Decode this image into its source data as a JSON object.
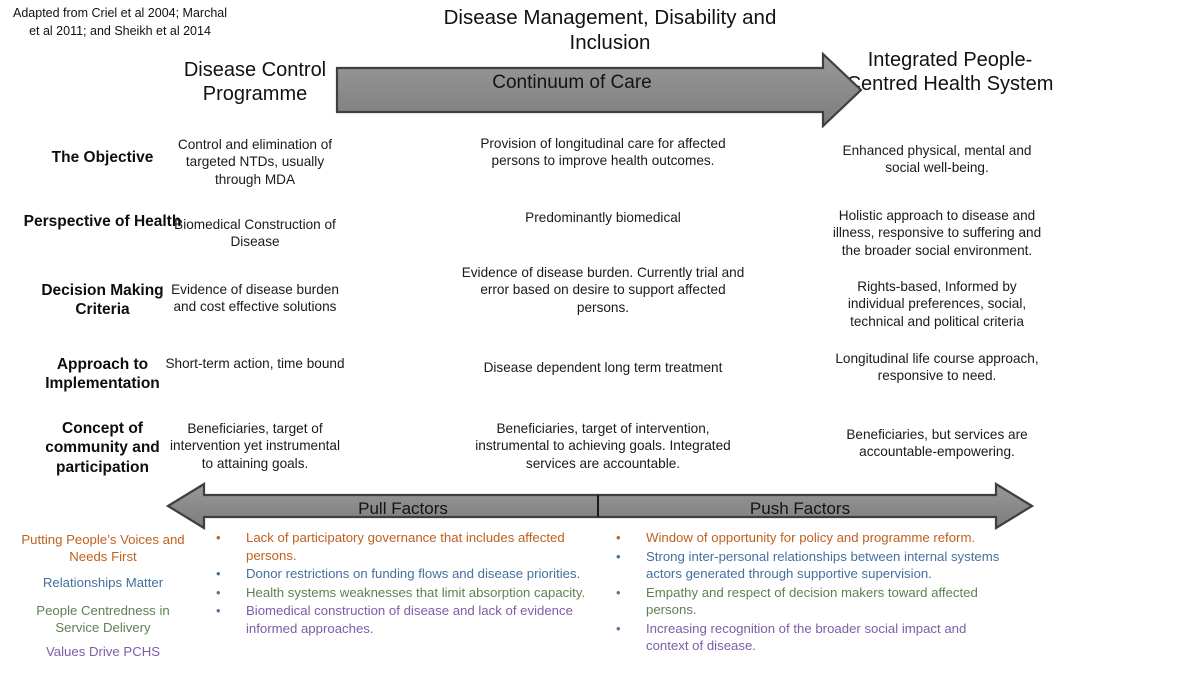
{
  "source_note": "Adapted from Criel et al 2004; Marchal et al 2011;  and Sheikh et al 2014",
  "headers": {
    "left": "Disease Control Programme",
    "middle": "Disease Management, Disability and Inclusion",
    "right": "Integrated People-Centred Health System"
  },
  "continuum_arrow": {
    "label": "Continuum of Care",
    "direction": "right",
    "fill": "#8C8C8C",
    "stroke": "#3F3F3F"
  },
  "rows": [
    {
      "label": "The Objective",
      "disease_control": "Control and elimination of targeted NTDs, usually through MDA",
      "disease_management": "Provision of longitudinal care for affected persons to improve health outcomes.",
      "integrated_pchs": "Enhanced physical, mental and social well-being."
    },
    {
      "label": "Perspective of Health",
      "disease_control": "Biomedical Construction of Disease",
      "disease_management": "Predominantly biomedical",
      "integrated_pchs": "Holistic approach to disease and illness, responsive to suffering and the broader social environment."
    },
    {
      "label": "Decision Making Criteria",
      "disease_control": "Evidence of disease burden and cost effective solutions",
      "disease_management": "Evidence of disease burden. Currently trial and error based on desire to support affected persons.",
      "integrated_pchs": "Rights-based, Informed by individual preferences, social, technical and political criteria"
    },
    {
      "label": "Approach to Implementation",
      "disease_control": "Short-term action, time bound",
      "disease_management": "Disease dependent long term treatment",
      "integrated_pchs": "Longitudinal life course approach, responsive to need."
    },
    {
      "label": "Concept of community and participation",
      "disease_control": "Beneficiaries, target of intervention yet instrumental to attaining goals.",
      "disease_management": "Beneficiaries, target of intervention, instrumental to achieving goals. Integrated services are accountable.",
      "integrated_pchs": "Beneficiaries, but services are accountable-empowering."
    }
  ],
  "factors_arrow": {
    "pull_label": "Pull Factors",
    "push_label": "Push Factors",
    "direction": "double",
    "fill": "#8C8C8C",
    "stroke": "#3F3F3F"
  },
  "principles": [
    {
      "text": "Putting People’s Voices and Needs First",
      "color": "#C0601F"
    },
    {
      "text": "Relationships Matter",
      "color": "#43709F"
    },
    {
      "text": "People Centredness in Service Delivery",
      "color": "#5E8052"
    },
    {
      "text": "Values Drive PCHS",
      "color": "#7B5EA7"
    }
  ],
  "pull_bullets": [
    {
      "bullet": "•",
      "text": "Lack of participatory governance that includes affected persons.",
      "color": "#C0601F"
    },
    {
      "bullet": "•",
      "text": "Donor restrictions on funding flows and disease priorities.",
      "color": "#43709F"
    },
    {
      "bullet": "•",
      "text": "Health systems weaknesses that limit absorption capacity.",
      "color": "#5E8052"
    },
    {
      "bullet": "•",
      "text": "Biomedical construction of disease and lack of evidence informed approaches.",
      "color": "#7B5EA7"
    }
  ],
  "push_bullets": [
    {
      "bullet": "•",
      "text": "Window of opportunity for policy and programme reform.",
      "color": "#C0601F"
    },
    {
      "bullet": "•",
      "text": "Strong inter-personal relationships between internal systems actors generated through supportive supervision.",
      "color": "#43709F"
    },
    {
      "bullet": "•",
      "text": "Empathy and respect of decision makers toward affected persons.",
      "color": "#5E8052"
    },
    {
      "bullet": "•",
      "text": "Increasing recognition of the broader social impact and context of disease.",
      "color": "#7B5EA7"
    }
  ]
}
